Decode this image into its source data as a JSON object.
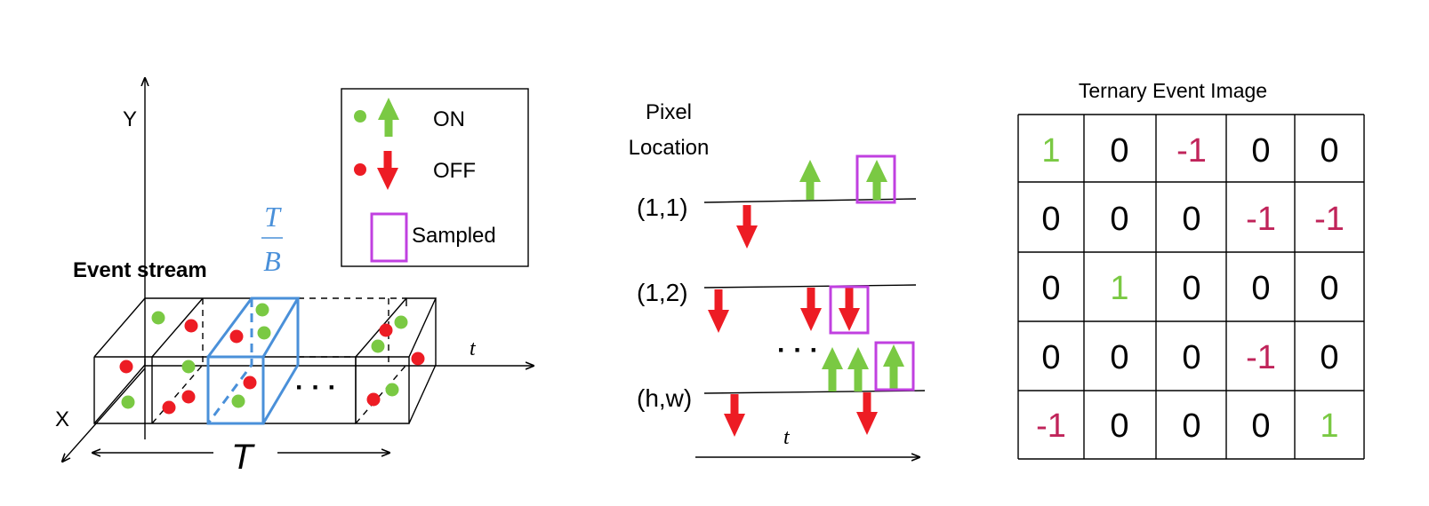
{
  "colors": {
    "on": "#7ac943",
    "off": "#ed1c24",
    "sampled": "#c040e0",
    "window": "#4a90d9",
    "neg": "#c0245a",
    "ink": "#000000"
  },
  "icons": {
    "on": "green-up-arrow-icon",
    "off": "red-down-arrow-icon",
    "sampled": "purple-box-icon"
  },
  "left": {
    "y_label": "Y",
    "x_label": "X",
    "t_label": "t",
    "T_label": "T",
    "stream_label": "Event stream",
    "frac_num": "T",
    "frac_den": "B",
    "dots": "· · ·"
  },
  "legend": {
    "on_label": "ON",
    "off_label": "OFF",
    "sampled_label": "Sampled"
  },
  "middle": {
    "title_line1": "Pixel",
    "title_line2": "Location",
    "row1": "(1,1)",
    "row2": "(1,2)",
    "row3": "(h,w)",
    "dots": "· · ·",
    "t_label": "t"
  },
  "right": {
    "title": "Ternary Event Image",
    "grid": [
      [
        "1",
        "0",
        "-1",
        "0",
        "0"
      ],
      [
        "0",
        "0",
        "0",
        "-1",
        "-1"
      ],
      [
        "0",
        "1",
        "0",
        "0",
        "0"
      ],
      [
        "0",
        "0",
        "0",
        "-1",
        "0"
      ],
      [
        "-1",
        "0",
        "0",
        "0",
        "1"
      ]
    ]
  }
}
